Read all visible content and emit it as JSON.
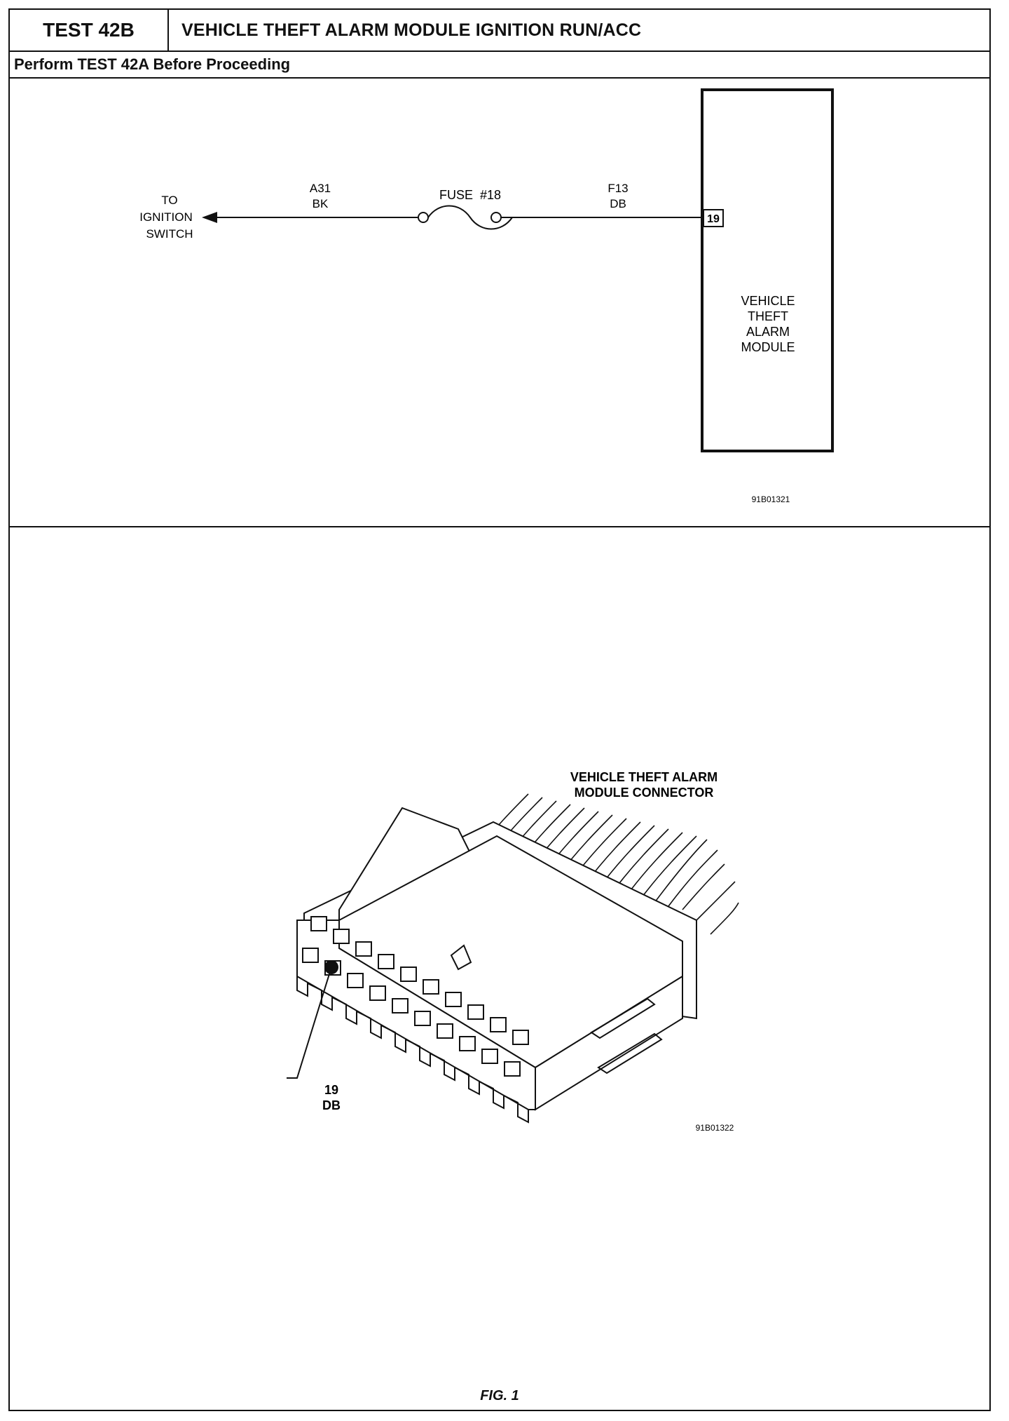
{
  "header": {
    "test_id": "TEST 42B",
    "title": "VEHICLE THEFT ALARM MODULE IGNITION RUN/ACC",
    "prerequisite": "Perform TEST 42A Before Proceeding"
  },
  "schematic": {
    "to_label_line1": "TO",
    "to_label_line2": "IGNITION",
    "to_label_line3": "SWITCH",
    "wire1_circuit": "A31",
    "wire1_color": "BK",
    "fuse_label": "FUSE  #18",
    "wire2_circuit": "F13",
    "wire2_color": "DB",
    "pin_number": "19",
    "module_line1": "VEHICLE",
    "module_line2": "THEFT",
    "module_line3": "ALARM",
    "module_line4": "MODULE",
    "figure_code": "91B01321"
  },
  "connector_view": {
    "title_line1": "VEHICLE THEFT ALARM",
    "title_line2": "MODULE CONNECTOR",
    "pin_number": "19",
    "pin_color": "DB",
    "figure_code": "91B01322"
  },
  "footer": {
    "figure_caption": "FIG. 1"
  }
}
